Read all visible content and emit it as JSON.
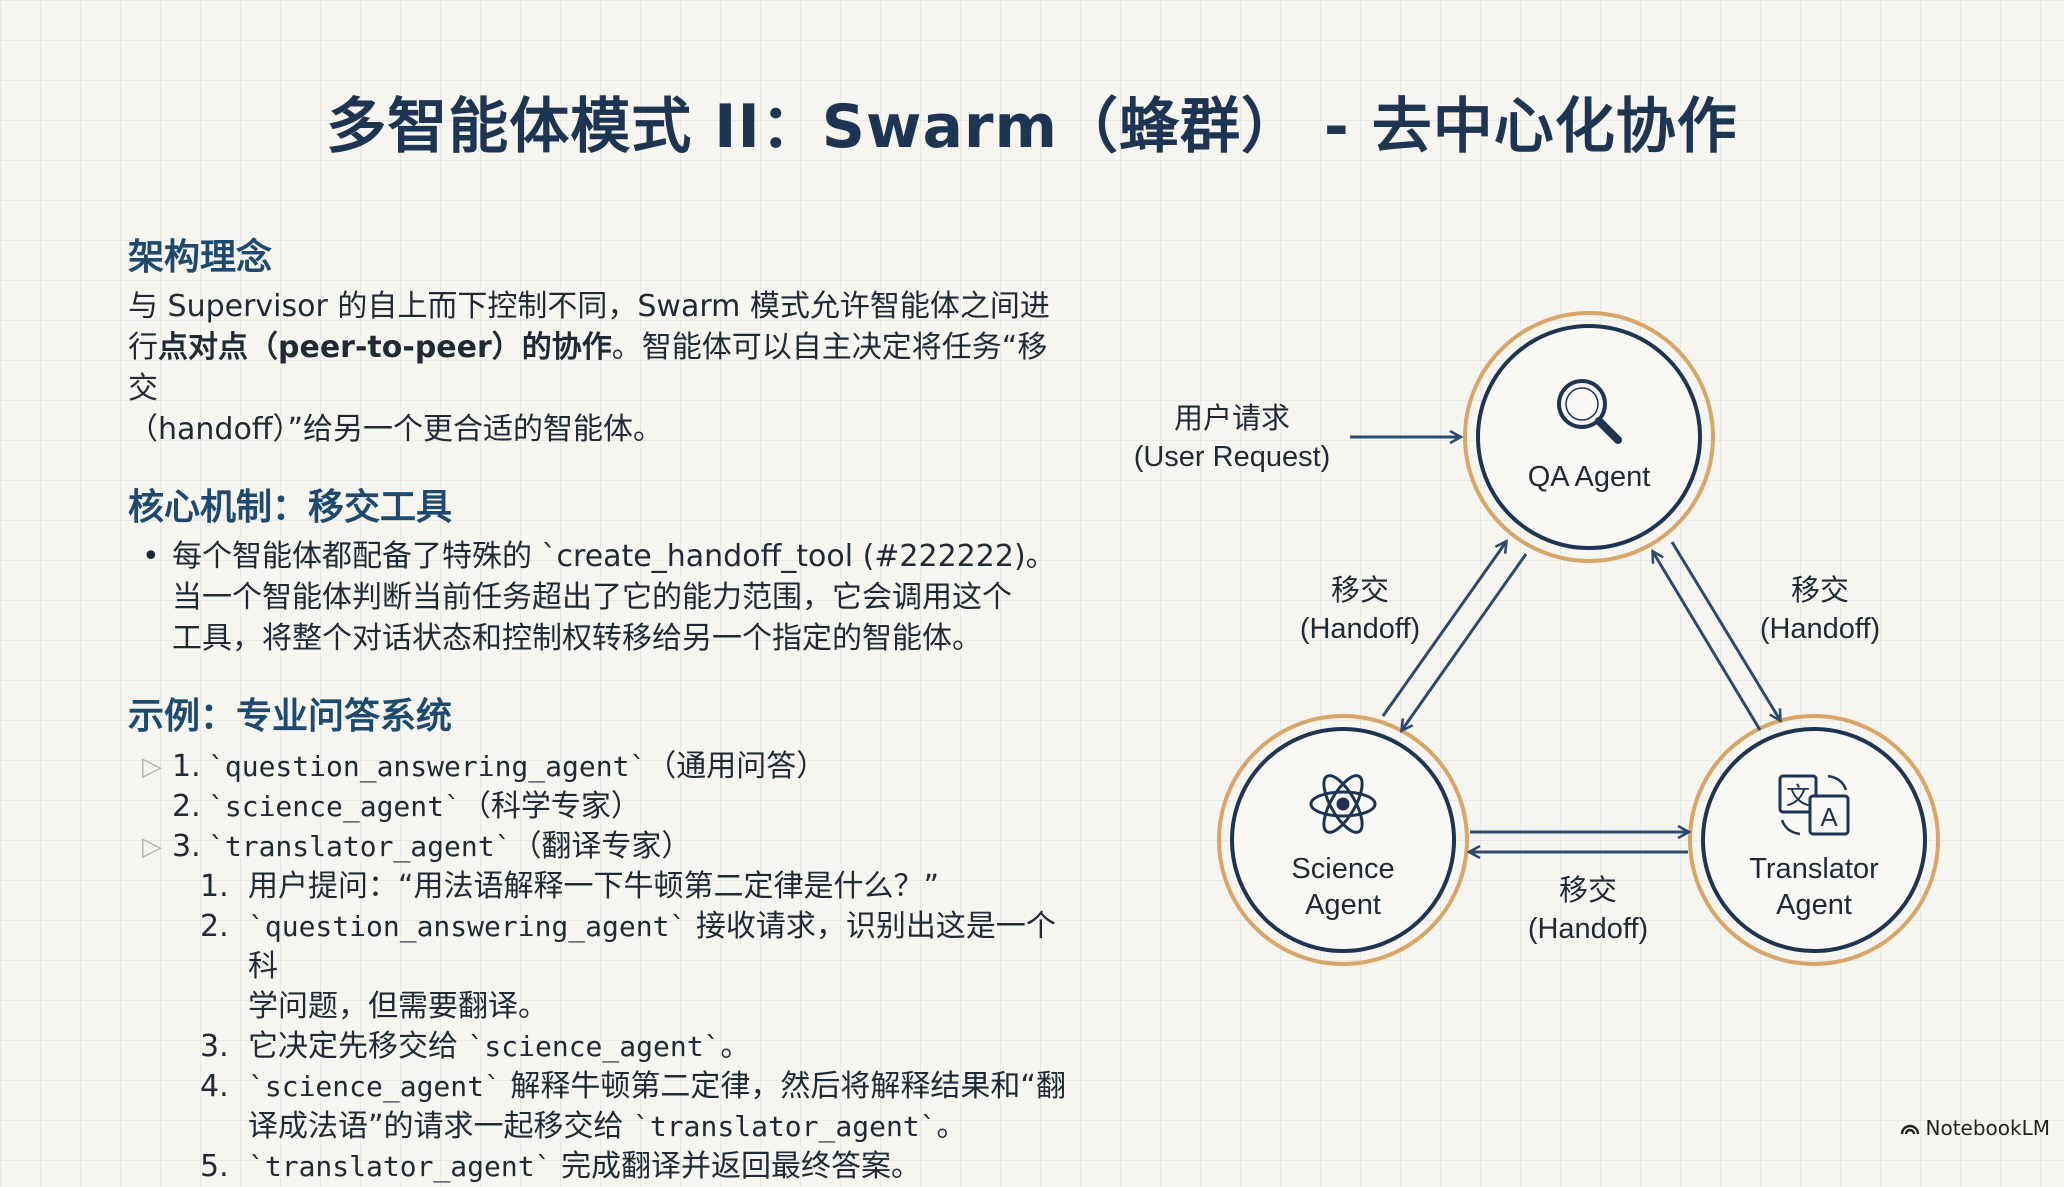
{
  "title": "多智能体模式 II：Swarm（蜂群） - 去中心化协作",
  "sections": {
    "arch": {
      "heading": "架构理念",
      "p1": "与 Supervisor 的自上而下控制不同，Swarm 模式允许智能体之间进",
      "p2a": "行",
      "p2b": "点对点（peer-to-peer）的协作",
      "p2c": "。智能体可以自主决定将任务“移交",
      "p3": "（handoff）”给另一个更合适的智能体。"
    },
    "mech": {
      "heading": "核心机制：移交工具",
      "b1": "每个智能体都配备了特殊的 `create_handoff_tool (#222222)。",
      "b2": "当一个智能体判断当前任务超出了它的能力范围，它会调用这个",
      "b3": "工具，将整个对话状态和控制权转移给另一个指定的智能体。"
    },
    "example": {
      "heading": "示例：专业问答系统",
      "items": [
        {
          "num": "1.",
          "code": "`question_answering_agent`",
          "desc": "（通用问答）"
        },
        {
          "num": "2.",
          "code": "`science_agent`",
          "desc": "（科学专家）"
        },
        {
          "num": "3.",
          "code": "`translator_agent`",
          "desc": "（翻译专家）"
        }
      ],
      "steps": {
        "s1": {
          "num": "1.",
          "text": "用户提问：“用法语解释一下牛顿第二定律是什么？”"
        },
        "s2": {
          "num": "2.",
          "code": "`question_answering_agent`",
          "text1": " 接收请求，识别出这是一个科",
          "text2": "学问题，但需要翻译。"
        },
        "s3": {
          "num": "3.",
          "text": "它决定先移交给 ",
          "code": "`science_agent`",
          "tail": "。"
        },
        "s4": {
          "num": "4.",
          "code": "`science_agent`",
          "text1": " 解释牛顿第二定律，然后将解释结果和“翻",
          "text2a": "译成法语”的请求一起移交给 ",
          "code2": "`translator_agent`",
          "tail": "。"
        },
        "s5": {
          "num": "5.",
          "code": "`translator_agent`",
          "text": " 完成翻译并返回最终答案。"
        }
      }
    }
  },
  "diagram": {
    "user_request": {
      "line1": "用户请求",
      "line2": "(User Request)"
    },
    "nodes": {
      "qa": {
        "label": "QA Agent",
        "icon": "search-icon"
      },
      "science": {
        "line1": "Science",
        "line2": "Agent",
        "icon": "atom-icon"
      },
      "translator": {
        "line1": "Translator",
        "line2": "Agent",
        "icon": "translate-icon"
      }
    },
    "handoff_left": {
      "line1": "移交",
      "line2": "(Handoff)"
    },
    "handoff_right": {
      "line1": "移交",
      "line2": "(Handoff)"
    },
    "handoff_bottom": {
      "line1": "移交",
      "line2": "(Handoff)"
    },
    "colors": {
      "ring": "#d9a66a",
      "circle": "#1d3552",
      "arrow": "#2c4a6b"
    }
  },
  "brand": "NotebookLM"
}
